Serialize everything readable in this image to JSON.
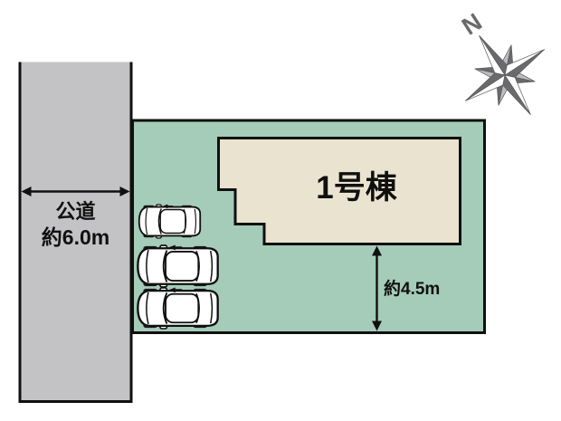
{
  "compass": {
    "north_label": "N"
  },
  "road": {
    "name_label": "公道",
    "width_label": "約6.0m"
  },
  "site": {
    "building_label": "1号棟",
    "depth_label": "約4.5m",
    "parking_space_count": 3
  },
  "colors": {
    "road_fill": "#c3c3c5",
    "site_fill": "#a5ccb9",
    "building_fill": "#eae3cf",
    "outline": "#101010",
    "compass_gray": "#6a6a6c",
    "label_text": "#101010"
  },
  "icons": {
    "compass": "compass-rose-icon",
    "car": "car-top-view-icon"
  }
}
